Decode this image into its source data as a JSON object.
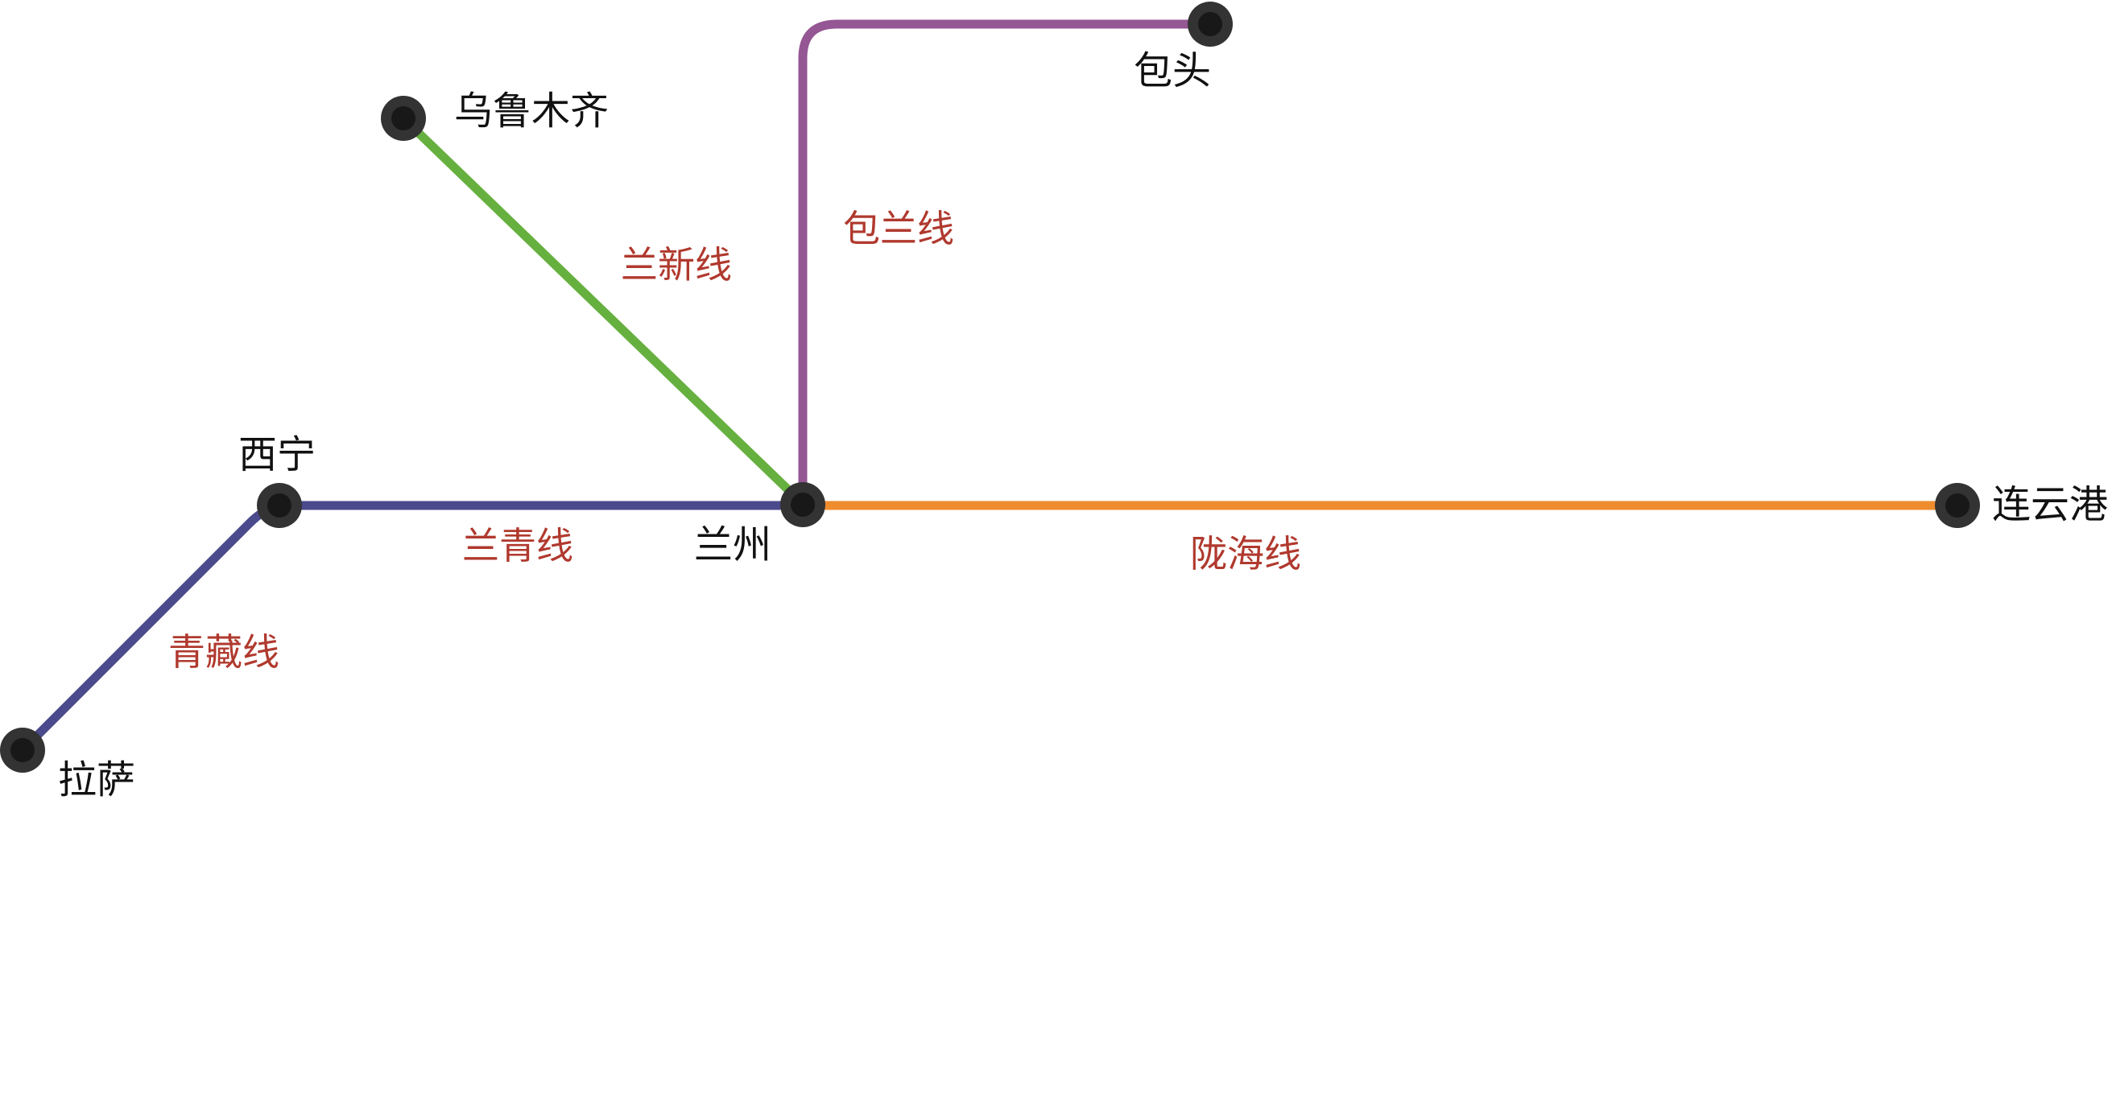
{
  "colors": {
    "lanxin": "#66b03f",
    "baolan": "#955694",
    "lanqing_qingzang": "#4b4a8c",
    "longhai": "#ee8c2e",
    "node_outer": "#333333",
    "node_inner": "#181818",
    "line_label": "#b0392e"
  },
  "stations": {
    "baotou": "包头",
    "urumqi": "乌鲁木齐",
    "xining": "西宁",
    "lanzhou": "兰州",
    "lianyungang": "连云港",
    "lhasa": "拉萨"
  },
  "lines": {
    "baolan": "包兰线",
    "lanxin": "兰新线",
    "lanqing": "兰青线",
    "longhai": "陇海线",
    "qingzang": "青藏线"
  }
}
